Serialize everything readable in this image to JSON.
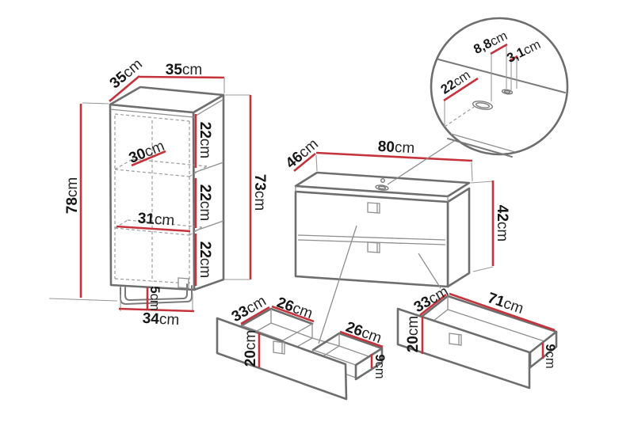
{
  "colors": {
    "dimension_red": "#c5333c",
    "line_gray": "#6e6e6e",
    "text": "#161616",
    "background": "#ffffff"
  },
  "tall_cabinet": {
    "depth": {
      "num": "35",
      "unit": "cm"
    },
    "width": {
      "num": "35",
      "unit": "cm"
    },
    "height_total": {
      "num": "78",
      "unit": "cm"
    },
    "height_body": {
      "num": "73",
      "unit": "cm"
    },
    "shelf_depth": {
      "num": "30",
      "unit": "cm"
    },
    "shelf_width": {
      "num": "31",
      "unit": "cm"
    },
    "compartments": [
      {
        "num": "22",
        "unit": "cm"
      },
      {
        "num": "22",
        "unit": "cm"
      },
      {
        "num": "22",
        "unit": "cm"
      }
    ],
    "rail_height": {
      "num": "5",
      "unit": "cm"
    },
    "rail_width": {
      "num": "34",
      "unit": "cm"
    }
  },
  "detail_circle": {
    "hole_offset": {
      "num": "22",
      "unit": "cm"
    },
    "hole_spacing": {
      "num": "8,8",
      "unit": "cm"
    },
    "hole_diameter": {
      "num": "3,1",
      "unit": "cm"
    }
  },
  "vanity_cabinet": {
    "depth": {
      "num": "46",
      "unit": "cm"
    },
    "width": {
      "num": "80",
      "unit": "cm"
    },
    "height": {
      "num": "42",
      "unit": "cm"
    }
  },
  "drawer_u": {
    "depth": {
      "num": "33",
      "unit": "cm"
    },
    "left_width": {
      "num": "26",
      "unit": "cm"
    },
    "right_width": {
      "num": "26",
      "unit": "cm"
    },
    "front_height": {
      "num": "20",
      "unit": "cm"
    },
    "side_height": {
      "num": "9",
      "unit": "cm"
    }
  },
  "drawer_long": {
    "depth": {
      "num": "33",
      "unit": "cm"
    },
    "width": {
      "num": "71",
      "unit": "cm"
    },
    "front_height": {
      "num": "20",
      "unit": "cm"
    },
    "side_height": {
      "num": "9",
      "unit": "cm"
    }
  }
}
